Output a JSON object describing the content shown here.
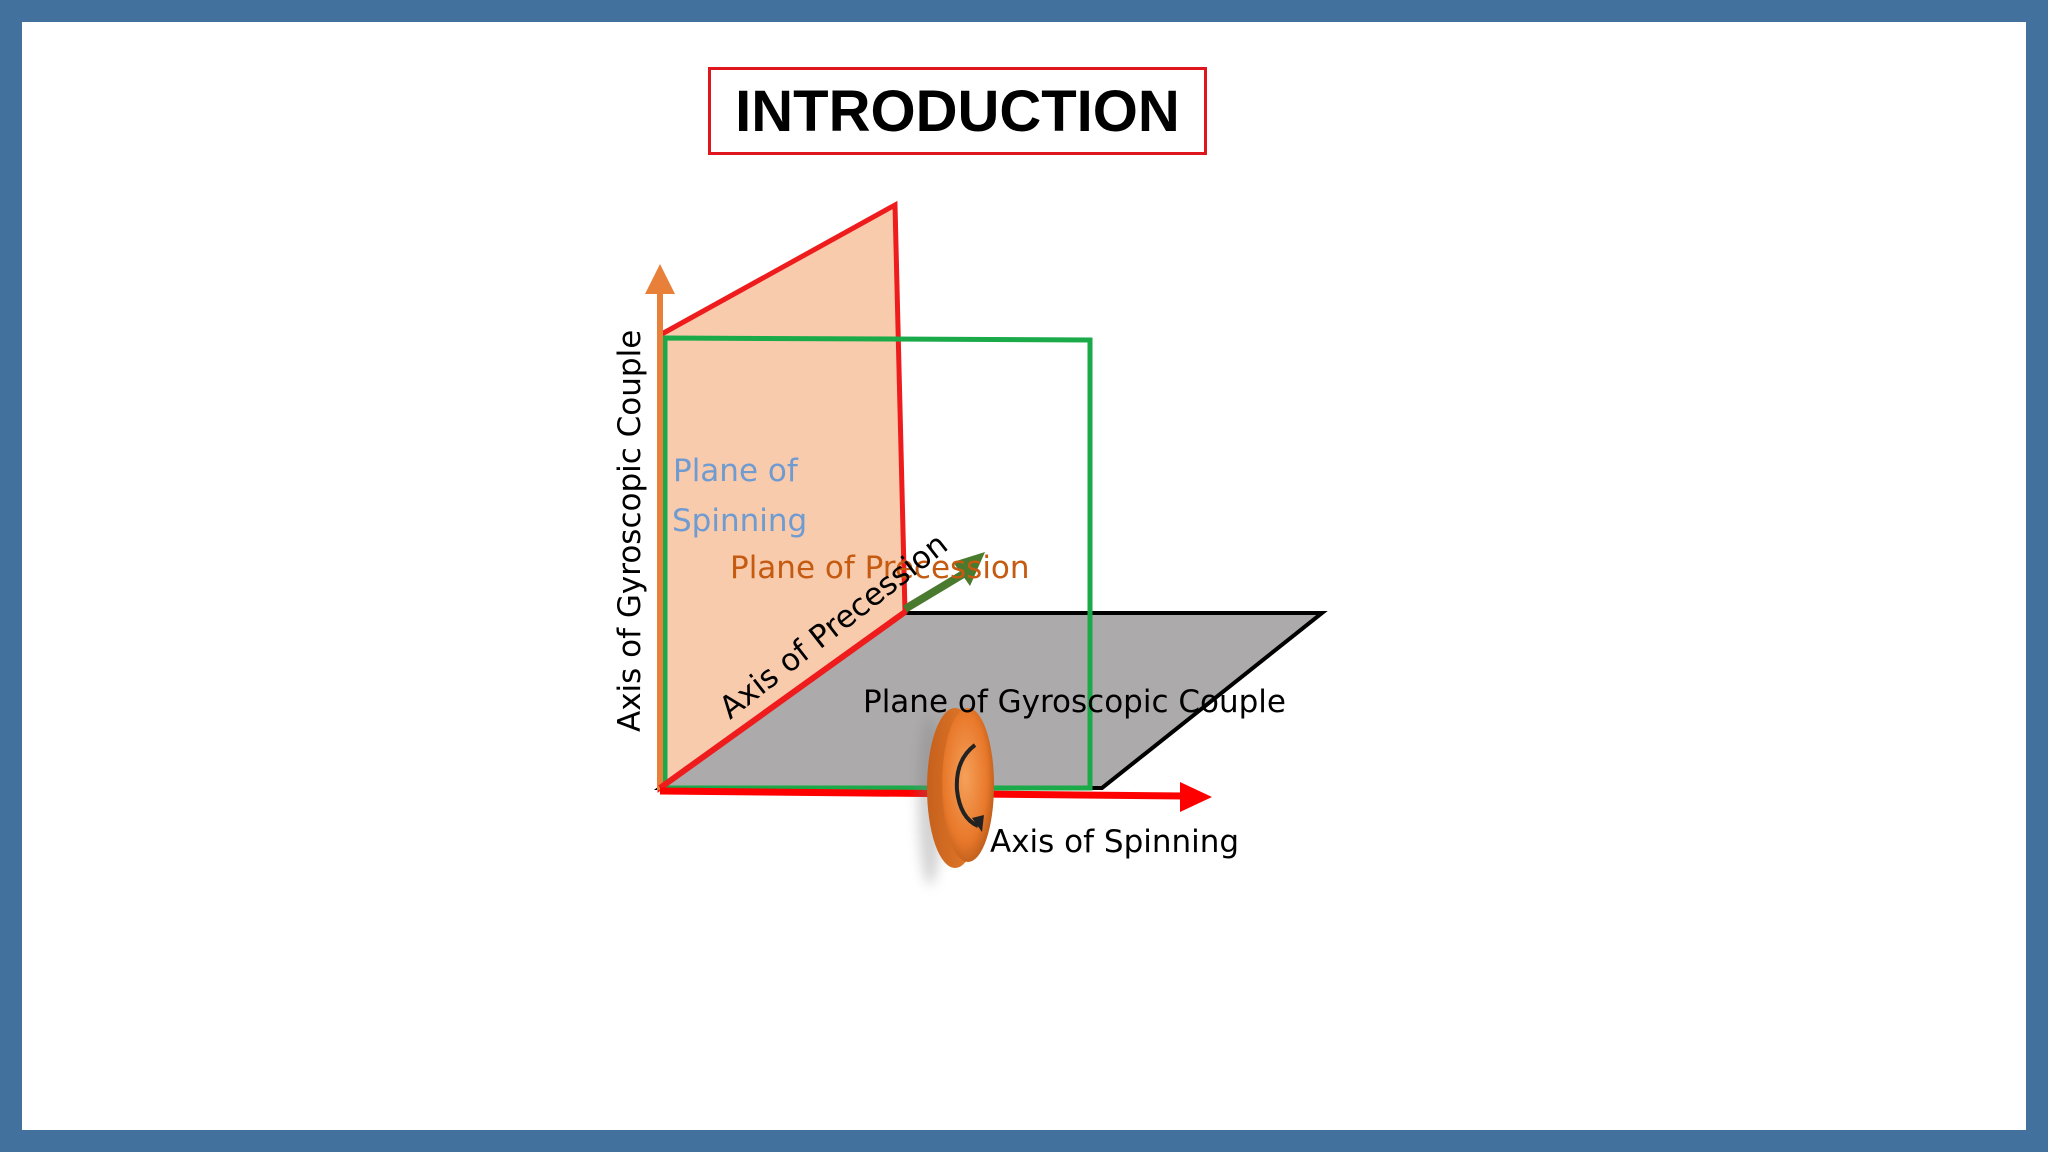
{
  "slide": {
    "title": "INTRODUCTION"
  },
  "diagram": {
    "labels": {
      "axis_gyroscopic_couple": "Axis of Gyroscopic Couple",
      "plane_of_spinning_line1": "Plane of",
      "plane_of_spinning_line2": "Spinning",
      "plane_of_precession": "Plane of Precession",
      "axis_of_precession": "Axis of Precession",
      "plane_gyroscopic_couple": "Plane of Gyroscopic Couple",
      "axis_of_spinning": "Axis of Spinning"
    },
    "colors": {
      "frame_border": "#41719c",
      "title_border": "#e0161e",
      "spinning_plane_fill": "#f8cbad",
      "spinning_plane_outline": "#ee1c1c",
      "precession_plane_outline": "#1aaa4a",
      "couple_plane_fill": "#acaaaa",
      "axis_spinning": "#ff0000",
      "axis_couple_arrow": "#e8803a",
      "axis_precession_arrow": "#4a7a2e",
      "disc": "#e87a30",
      "label_spinning_plane": "#6f9bd1",
      "label_precession_plane": "#c55a11"
    }
  }
}
